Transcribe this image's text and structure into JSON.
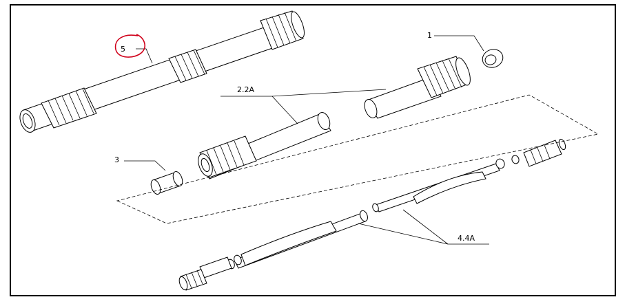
{
  "labels": {
    "part_5": "5",
    "part_1": "1",
    "part_2_2a": "2.2A",
    "part_3": "3",
    "part_4_4a": "4.4A"
  },
  "colors": {
    "line": "#000000",
    "highlight_circle": "#d0021b",
    "background": "#ffffff"
  }
}
